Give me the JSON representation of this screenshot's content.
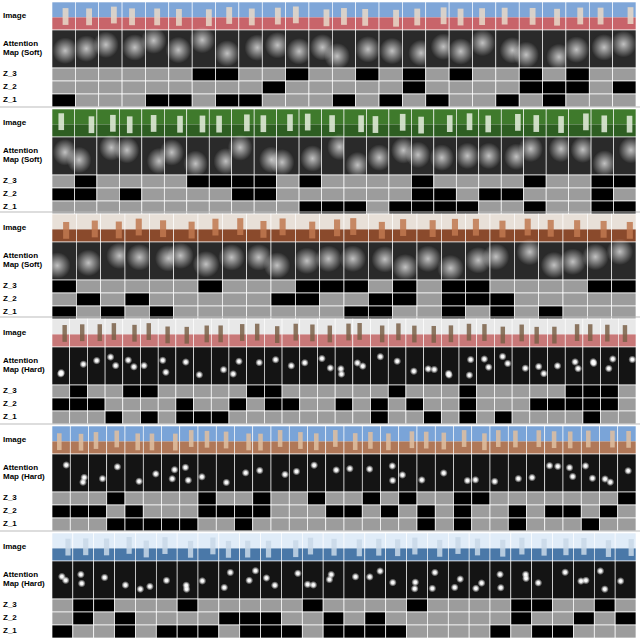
{
  "diagram": {
    "labels": [
      "Image",
      "Attention Map (Soft)",
      "Z_3",
      "Z_2",
      "Z_1",
      "Image",
      "Attention Map (Soft)",
      "Z_3",
      "Z_2",
      "Z_1",
      "Image",
      "Attention Map (Soft)",
      "Z_3",
      "Z_2",
      "Z_1",
      "Image",
      "Attention Map (Hard)",
      "Z_3",
      "Z_2",
      "Z_1",
      "Image",
      "Attention Map (Hard)",
      "Z_3",
      "Z_2",
      "Z_1",
      "Image",
      "Attention Map (Hard)",
      "Z_3",
      "Z_2",
      "Z_1"
    ]
  }
}
